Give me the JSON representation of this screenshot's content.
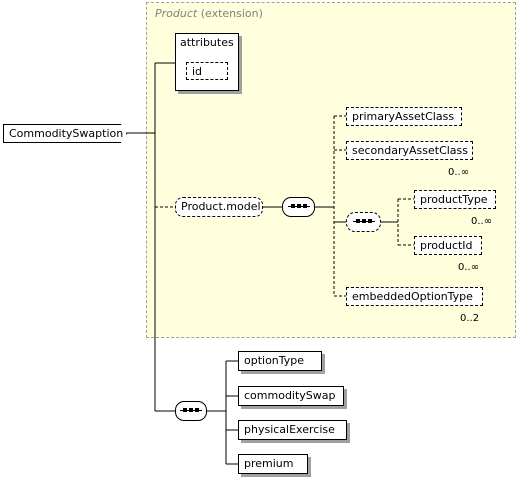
{
  "extension": {
    "base_name": "Product",
    "suffix": "(extension)"
  },
  "root": {
    "label": "CommoditySwaption"
  },
  "attributes": {
    "label": "attributes",
    "items": [
      "id"
    ]
  },
  "group": {
    "label": "Product.model"
  },
  "product_children": [
    {
      "label": "primaryAssetClass",
      "cardinality": ""
    },
    {
      "label": "secondaryAssetClass",
      "cardinality": "0..∞"
    },
    {
      "label": "productType",
      "cardinality": "0..∞"
    },
    {
      "label": "productId",
      "cardinality": "0..∞"
    },
    {
      "label": "embeddedOptionType",
      "cardinality": "0..2"
    }
  ],
  "sequence_children": [
    {
      "label": "optionType"
    },
    {
      "label": "commoditySwap"
    },
    {
      "label": "physicalExercise"
    },
    {
      "label": "premium"
    }
  ],
  "colors": {
    "extension_fill": "#ffffdd",
    "extension_border": "#a0a0a0",
    "line": "#000000"
  }
}
